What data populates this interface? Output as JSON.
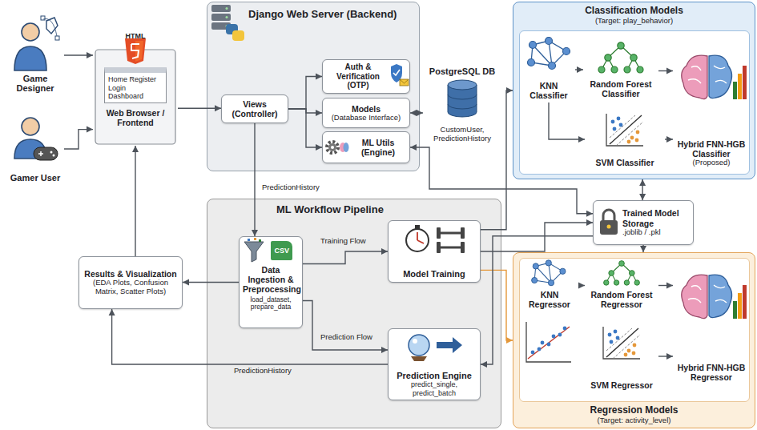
{
  "diagram": {
    "nodes": [
      {
        "text": [
          "Game Designer"
        ]
      },
      {
        "text": [
          "Gamer User"
        ]
      },
      {
        "text": [
          "HTML",
          "Home Register Login Dashboard",
          "Web Browser / Frontend"
        ]
      },
      {
        "text": [
          "Django Web Server (Backend)"
        ]
      },
      {
        "text": [
          "Views (Controller)"
        ],
        "in": 3
      },
      {
        "text": [
          "Auth & Verification (OTP)"
        ],
        "in": 3
      },
      {
        "text": [
          "Models",
          "(Database Interface)"
        ],
        "in": 3
      },
      {
        "text": [
          "ML Utils (Engine)"
        ],
        "in": 3
      },
      {
        "text": [
          "PostgreSQL DB",
          "CustomUser, PredictionHistory"
        ]
      },
      {
        "text": [
          "Classification Models",
          "(Target: play_behavior)"
        ]
      },
      {
        "text": [
          "KNN Classifier"
        ],
        "in": 9
      },
      {
        "text": [
          "Random Forest Classifier"
        ],
        "in": 9
      },
      {
        "text": [
          "SVM Classifier"
        ],
        "in": 9
      },
      {
        "text": [
          "Hybrid FNN-HGB Classifier",
          "(Proposed)"
        ],
        "in": 9
      },
      {
        "text": [
          "ML Workflow Pipeline"
        ]
      },
      {
        "text": [
          "CSV",
          "Data Ingestion & Preprocessing",
          "load_dataset, prepare_data"
        ],
        "in": 14
      },
      {
        "text": [
          "Model Training"
        ],
        "in": 14
      },
      {
        "text": [
          "Prediction Engine",
          "predict_single, predict_batch"
        ],
        "in": 14
      },
      {
        "text": [
          "Results & Visualization",
          "(EDA Plots, Confusion Matrix, Scatter Plots)"
        ]
      },
      {
        "text": [
          "Trained Model Storage",
          ".joblib / .pkl"
        ]
      },
      {
        "text": [
          "Regression Models",
          "(Target: activity_level)"
        ]
      },
      {
        "text": [
          "KNN Regressor"
        ],
        "in": 20
      },
      {
        "text": [
          "Random Forest Regressor"
        ],
        "in": 20
      },
      {
        "text": [
          "SVM Regressor"
        ],
        "in": 20
      },
      {
        "text": [
          "Hybrid FNN-HGB Regressor"
        ],
        "in": 20
      }
    ],
    "edges": [
      {
        "from": 0,
        "to": 2,
        "arrow": "to"
      },
      {
        "from": 1,
        "to": 2,
        "arrow": "to"
      },
      {
        "from": 2,
        "to": 4,
        "arrow": "to"
      },
      {
        "from": 4,
        "to": 5,
        "arrow": "to"
      },
      {
        "from": 4,
        "to": 6,
        "arrow": "to"
      },
      {
        "from": 4,
        "to": 7,
        "arrow": "to"
      },
      {
        "from": 6,
        "to": 8,
        "arrow": "both"
      },
      {
        "from": 4,
        "to": 15,
        "label": "PredictionHistory",
        "arrow": "to"
      },
      {
        "from": 15,
        "to": 16,
        "label": "Training Flow",
        "arrow": "to"
      },
      {
        "from": 15,
        "to": 17,
        "label": "Prediction Flow",
        "arrow": "to"
      },
      {
        "from": 15,
        "to": 18,
        "arrow": "to"
      },
      {
        "from": 17,
        "to": 18,
        "label": "PredictionHistory",
        "arrow": "to"
      },
      {
        "from": 18,
        "to": 2,
        "arrow": "to"
      },
      {
        "from": 16,
        "to": 9,
        "arrow": "to"
      },
      {
        "from": 16,
        "to": 19,
        "arrow": "to"
      },
      {
        "from": 16,
        "to": 20,
        "arrow": "to"
      },
      {
        "from": 19,
        "to": 17,
        "arrow": "to"
      },
      {
        "from": 7,
        "to": 19,
        "arrow": "both"
      },
      {
        "from": 9,
        "to": 19,
        "arrow": "both"
      },
      {
        "from": 19,
        "to": 20,
        "arrow": "to"
      },
      {
        "from": 10,
        "to": 11,
        "arrow": "to"
      },
      {
        "from": 10,
        "to": 12,
        "arrow": "to"
      },
      {
        "from": 11,
        "to": 13,
        "arrow": "to"
      },
      {
        "from": 12,
        "to": 13,
        "arrow": "to"
      },
      {
        "from": 21,
        "to": 22,
        "arrow": "to"
      },
      {
        "from": 22,
        "to": 24,
        "arrow": "to"
      },
      {
        "from": 23,
        "to": 24,
        "arrow": "to"
      }
    ]
  }
}
